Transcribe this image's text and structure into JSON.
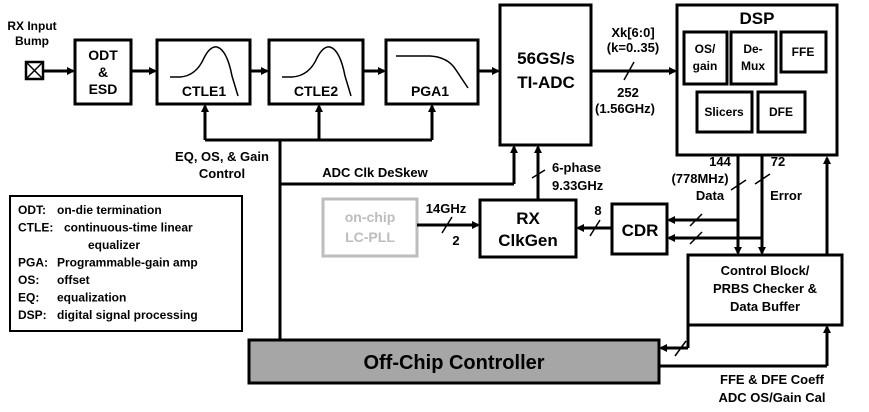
{
  "input": {
    "line1": "RX Input",
    "line2": "Bump"
  },
  "odt_block": {
    "line1": "ODT",
    "line2": "&",
    "line3": "ESD"
  },
  "ctle1": {
    "label": "CTLE1"
  },
  "ctle2": {
    "label": "CTLE2"
  },
  "pga1": {
    "label": "PGA1"
  },
  "adc": {
    "line1": "56GS/s",
    "line2": "TI-ADC"
  },
  "adc_output": {
    "line1": "Xk[6:0]",
    "line2": "(k=0..35)",
    "width": "252",
    "rate": "(1.56GHz)"
  },
  "dsp": {
    "title": "DSP",
    "os_gain": {
      "line1": "OS/",
      "line2": "gain"
    },
    "demux": {
      "line1": "De-",
      "line2": "Mux"
    },
    "ffe": "FFE",
    "slicers": "Slicers",
    "dfe": "DFE"
  },
  "control_label": {
    "line1": "EQ, OS, & Gain",
    "line2": "Control"
  },
  "adc_clk_deskew": "ADC Clk DeSkew",
  "clock_phase": {
    "line1": "6-phase",
    "line2": "9.33GHz"
  },
  "data_bus": {
    "width": "144",
    "rate": "(778MHz)",
    "name": "Data"
  },
  "error_bus": {
    "width": "72",
    "name": "Error"
  },
  "pll": {
    "line1": "on-chip",
    "line2": "LC-PLL",
    "freq": "14GHz",
    "width": "2"
  },
  "clkgen": {
    "line1": "RX",
    "line2": "ClkGen"
  },
  "cdr": {
    "label": "CDR",
    "bus_width": "8"
  },
  "control_block": {
    "line1": "Control Block/",
    "line2": "PRBS Checker &",
    "line3": "Data Buffer"
  },
  "offchip_controller": "Off-Chip Controller",
  "coeff": {
    "line1": "FFE & DFE Coeff",
    "line2": "ADC OS/Gain Cal"
  },
  "legend": [
    {
      "abbr": "ODT:",
      "desc": "on-die termination"
    },
    {
      "abbr": "CTLE:",
      "desc": "continuous-time linear"
    },
    {
      "abbr": "",
      "desc": "equalizer"
    },
    {
      "abbr": "PGA:",
      "desc": "Programmable-gain amp"
    },
    {
      "abbr": "OS:",
      "desc": "offset"
    },
    {
      "abbr": "EQ:",
      "desc": "equalization"
    },
    {
      "abbr": "DSP:",
      "desc": "digital signal processing"
    }
  ],
  "colors": {
    "controller_fill": "#a6a6a6",
    "pll_grey": "#bdbdbd"
  }
}
